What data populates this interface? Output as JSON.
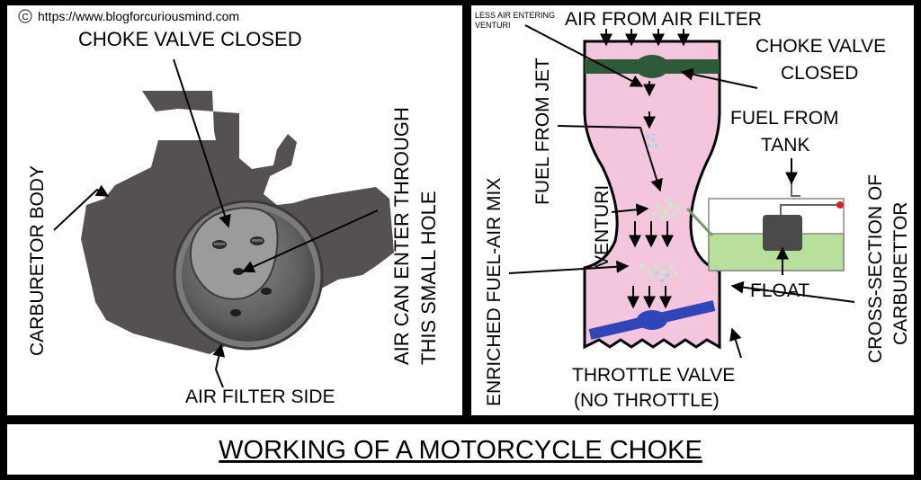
{
  "watermark": "https://www.blogforcuriousmind.com",
  "left": {
    "choke_valve_closed": "CHOKE VALVE CLOSED",
    "carburetor_body": "CARBURETOR BODY",
    "air_filter_side": "AIR FILTER SIDE",
    "air_hole_line1": "AIR CAN ENTER THROUGH",
    "air_hole_line2": "THIS SMALL HOLE"
  },
  "right": {
    "less_air_line1": "LESS AIR ENTERING",
    "less_air_line2": "VENTURI",
    "air_from_filter": "AIR FROM AIR FILTER",
    "choke_valve": "CHOKE VALVE",
    "closed": "CLOSED",
    "fuel_from_jet": "FUEL FROM JET",
    "fuel_from_tank_line1": "FUEL FROM",
    "fuel_from_tank_line2": "TANK",
    "venturi": "VENTURI",
    "enriched_mix": "ENRICHED FUEL-AIR MIX",
    "float": "FLOAT",
    "cross_section_line1": "CROSS-SECTION OF",
    "cross_section_line2": "CARBURETTOR",
    "throttle_valve": "THROTTLE VALVE",
    "no_throttle": "(NO THROTTLE)"
  },
  "title": "WORKING OF A MOTORCYCLE CHOKE",
  "colors": {
    "background_border": "#000000",
    "carburetor_body": "#555152",
    "choke_plate": "#2e5a3a",
    "venturi_fill": "#f4c6dd",
    "fuel_bowl": "#b9df9c",
    "throttle_plate": "#2f46b8",
    "float": "#4a4a4a",
    "float_valve_tip": "#e01b2a",
    "fuel_droplets": "#9fd2ee"
  }
}
